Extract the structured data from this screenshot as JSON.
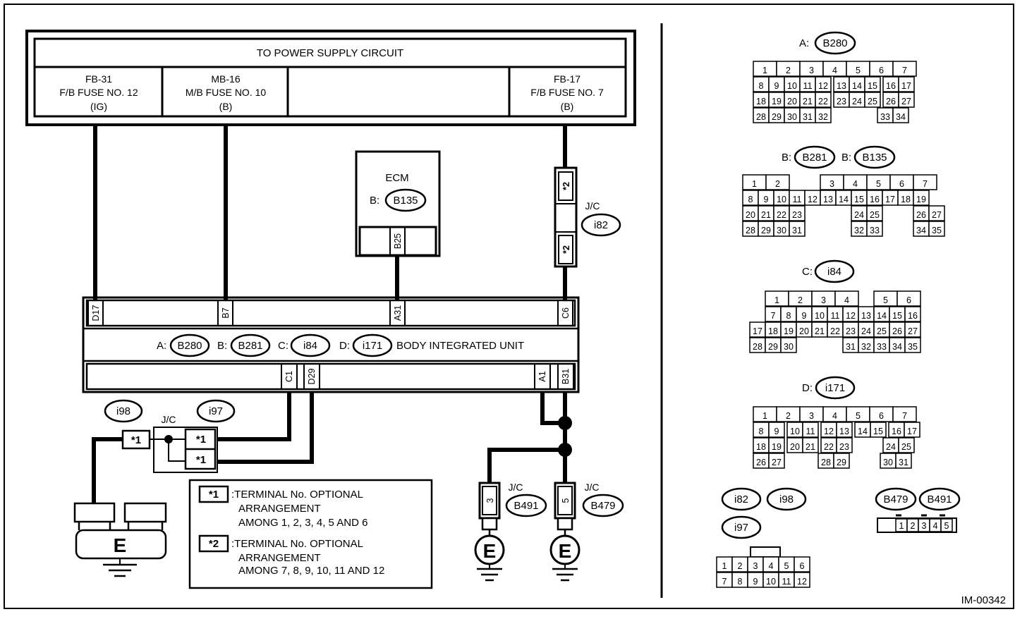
{
  "power_supply": {
    "title": "TO POWER SUPPLY CIRCUIT",
    "fuses": [
      {
        "line1": "FB-31",
        "line2": "F/B FUSE NO. 12",
        "line3": "(IG)"
      },
      {
        "line1": "MB-16",
        "line2": "M/B FUSE NO. 10",
        "line3": "(B)"
      },
      {
        "line1": "FB-17",
        "line2": "F/B FUSE NO. 7",
        "line3": "(B)"
      }
    ]
  },
  "ecm": {
    "title": "ECM",
    "connector_prefix": "B:",
    "connector": "B135",
    "pin": "B25"
  },
  "jc_i82": {
    "label": "J/C",
    "connector": "i82",
    "pin_top": "*2",
    "pin_bottom": "*2"
  },
  "body_unit": {
    "top_pins": [
      "D17",
      "B7",
      "A31",
      "C6"
    ],
    "bottom_pins": [
      "C1",
      "D29",
      "A1",
      "B31"
    ],
    "connectors": [
      {
        "prefix": "A:",
        "name": "B280"
      },
      {
        "prefix": "B:",
        "name": "B281"
      },
      {
        "prefix": "C:",
        "name": "i84"
      },
      {
        "prefix": "D:",
        "name": "i171"
      }
    ],
    "title": "BODY INTEGRATED UNIT"
  },
  "jc_ground": {
    "label": "J/C",
    "connector_left": "i98",
    "connector_right": "i97",
    "pin_left": "*1",
    "pin_right_top": "*1",
    "pin_right_bottom": "*1",
    "ground": "E"
  },
  "jc_b491": {
    "label": "J/C",
    "connector": "B491",
    "pin": "3",
    "ground": "E"
  },
  "jc_b479": {
    "label": "J/C",
    "connector": "B479",
    "pin": "5",
    "ground": "E"
  },
  "notes": [
    {
      "mark": "*1",
      "line1": ":TERMINAL No. OPTIONAL",
      "line2": "ARRANGEMENT",
      "line3": "AMONG 1, 2, 3, 4, 5 AND 6"
    },
    {
      "mark": "*2",
      "line1": ":TERMINAL No. OPTIONAL",
      "line2": "ARRANGEMENT",
      "line3": "AMONG 7, 8, 9, 10, 11 AND 12"
    }
  ],
  "connector_views": {
    "a": {
      "prefix": "A:",
      "name": "B280",
      "rows": [
        [
          "1",
          "2",
          "3",
          "4",
          "5",
          "6",
          "7"
        ],
        [
          "8",
          "9",
          "10",
          "11",
          "12",
          "13",
          "14",
          "15",
          "16",
          "17"
        ],
        [
          "18",
          "19",
          "20",
          "21",
          "22",
          "23",
          "24",
          "25",
          "26",
          "27"
        ],
        [
          "28",
          "29",
          "30",
          "31",
          "32",
          "33",
          "34"
        ]
      ]
    },
    "b": {
      "prefix1": "B:",
      "name1": "B281",
      "prefix2": "B:",
      "name2": "B135",
      "rows": [
        [
          "1",
          "2",
          "3",
          "4",
          "5",
          "6",
          "7"
        ],
        [
          "8",
          "9",
          "10",
          "11",
          "12",
          "13",
          "14",
          "15",
          "16",
          "17",
          "18",
          "19"
        ],
        [
          "20",
          "21",
          "22",
          "23",
          "24",
          "25",
          "26",
          "27"
        ],
        [
          "28",
          "29",
          "30",
          "31",
          "32",
          "33",
          "34",
          "35"
        ]
      ]
    },
    "c": {
      "prefix": "C:",
      "name": "i84",
      "rows": [
        [
          "1",
          "2",
          "3",
          "4",
          "5",
          "6"
        ],
        [
          "7",
          "8",
          "9",
          "10",
          "11",
          "12",
          "13",
          "14",
          "15",
          "16"
        ],
        [
          "17",
          "18",
          "19",
          "20",
          "21",
          "22",
          "23",
          "24",
          "25",
          "26",
          "27"
        ],
        [
          "28",
          "29",
          "30",
          "31",
          "32",
          "33",
          "34",
          "35"
        ]
      ]
    },
    "d": {
      "prefix": "D:",
      "name": "i171",
      "rows": [
        [
          "1",
          "2",
          "3",
          "4",
          "5",
          "6",
          "7"
        ],
        [
          "8",
          "9",
          "10",
          "11",
          "12",
          "13",
          "14",
          "15",
          "16",
          "17"
        ],
        [
          "18",
          "19",
          "20",
          "21",
          "22",
          "23",
          "24",
          "25"
        ],
        [
          "26",
          "27",
          "28",
          "29",
          "30",
          "31"
        ]
      ]
    },
    "jc12": {
      "names": [
        "i82",
        "i98",
        "i97"
      ],
      "rows": [
        [
          "1",
          "2",
          "3",
          "4",
          "5",
          "6"
        ],
        [
          "7",
          "8",
          "9",
          "10",
          "11",
          "12"
        ]
      ]
    },
    "jc5": {
      "names": [
        "B479",
        "B491"
      ],
      "pins": [
        "1",
        "2",
        "3",
        "4",
        "5"
      ]
    }
  },
  "figure_id": "IM-00342"
}
